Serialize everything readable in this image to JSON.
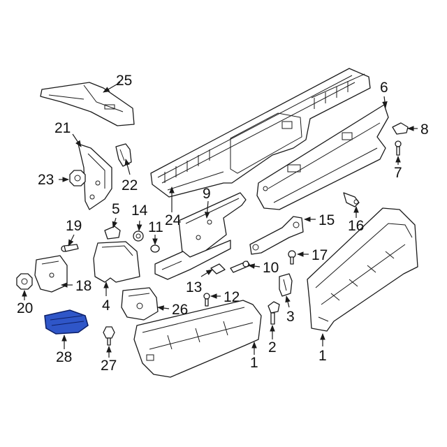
{
  "colors": {
    "line": "#1a1a1a",
    "highlight_fill": "#2f56c8",
    "highlight_stroke": "#0c1f66",
    "background": "#ffffff"
  },
  "callouts": {
    "c1a": "1",
    "c1b": "1",
    "c2": "2",
    "c3": "3",
    "c4": "4",
    "c5": "5",
    "c6": "6",
    "c7": "7",
    "c8": "8",
    "c9": "9",
    "c10": "10",
    "c11": "11",
    "c12": "12",
    "c13": "13",
    "c14": "14",
    "c15": "15",
    "c16": "16",
    "c17": "17",
    "c18": "18",
    "c19": "19",
    "c20": "20",
    "c21": "21",
    "c22": "22",
    "c23": "23",
    "c24": "24",
    "c25": "25",
    "c26": "26",
    "c27": "27",
    "c28": "28"
  }
}
